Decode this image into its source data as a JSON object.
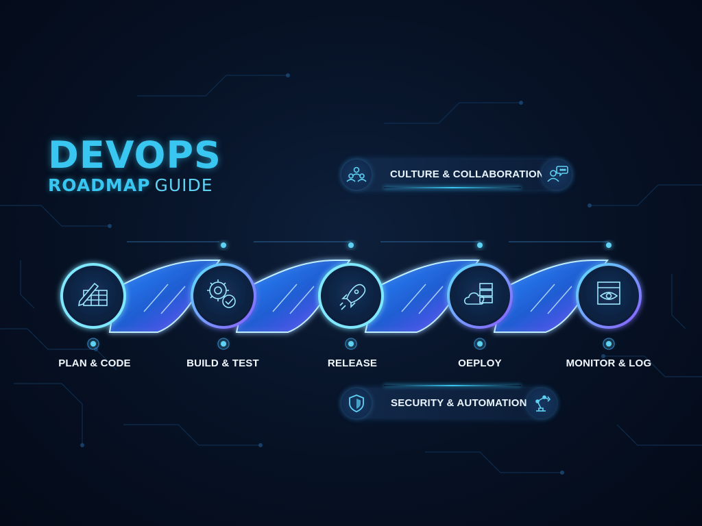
{
  "title": {
    "main": "DEVOPS",
    "sub_bold": "ROADMAP",
    "sub_light": "GUIDE"
  },
  "top_pill": {
    "label": "CULTURE & COLLABORATION",
    "icon_left": "team-people-icon",
    "icon_right": "user-chat-icon"
  },
  "bottom_pill": {
    "label": "SECURITY & AUTOMATION",
    "icon_left": "shield-icon",
    "icon_right": "robotic-arm-icon"
  },
  "stages": [
    {
      "label": "PLAN & CODE",
      "icon": "pencil-grid-icon"
    },
    {
      "label": "BUILD & TEST",
      "icon": "gear-check-icon"
    },
    {
      "label": "RELEASE",
      "icon": "rocket-icon"
    },
    {
      "label": "OEPLOY",
      "icon": "cloud-server-icon"
    },
    {
      "label": "MONITOR & LOG",
      "icon": "eye-monitor-icon"
    }
  ],
  "colors": {
    "accent": "#39c6f0",
    "purple": "#8a5cff",
    "background": "#071327"
  }
}
